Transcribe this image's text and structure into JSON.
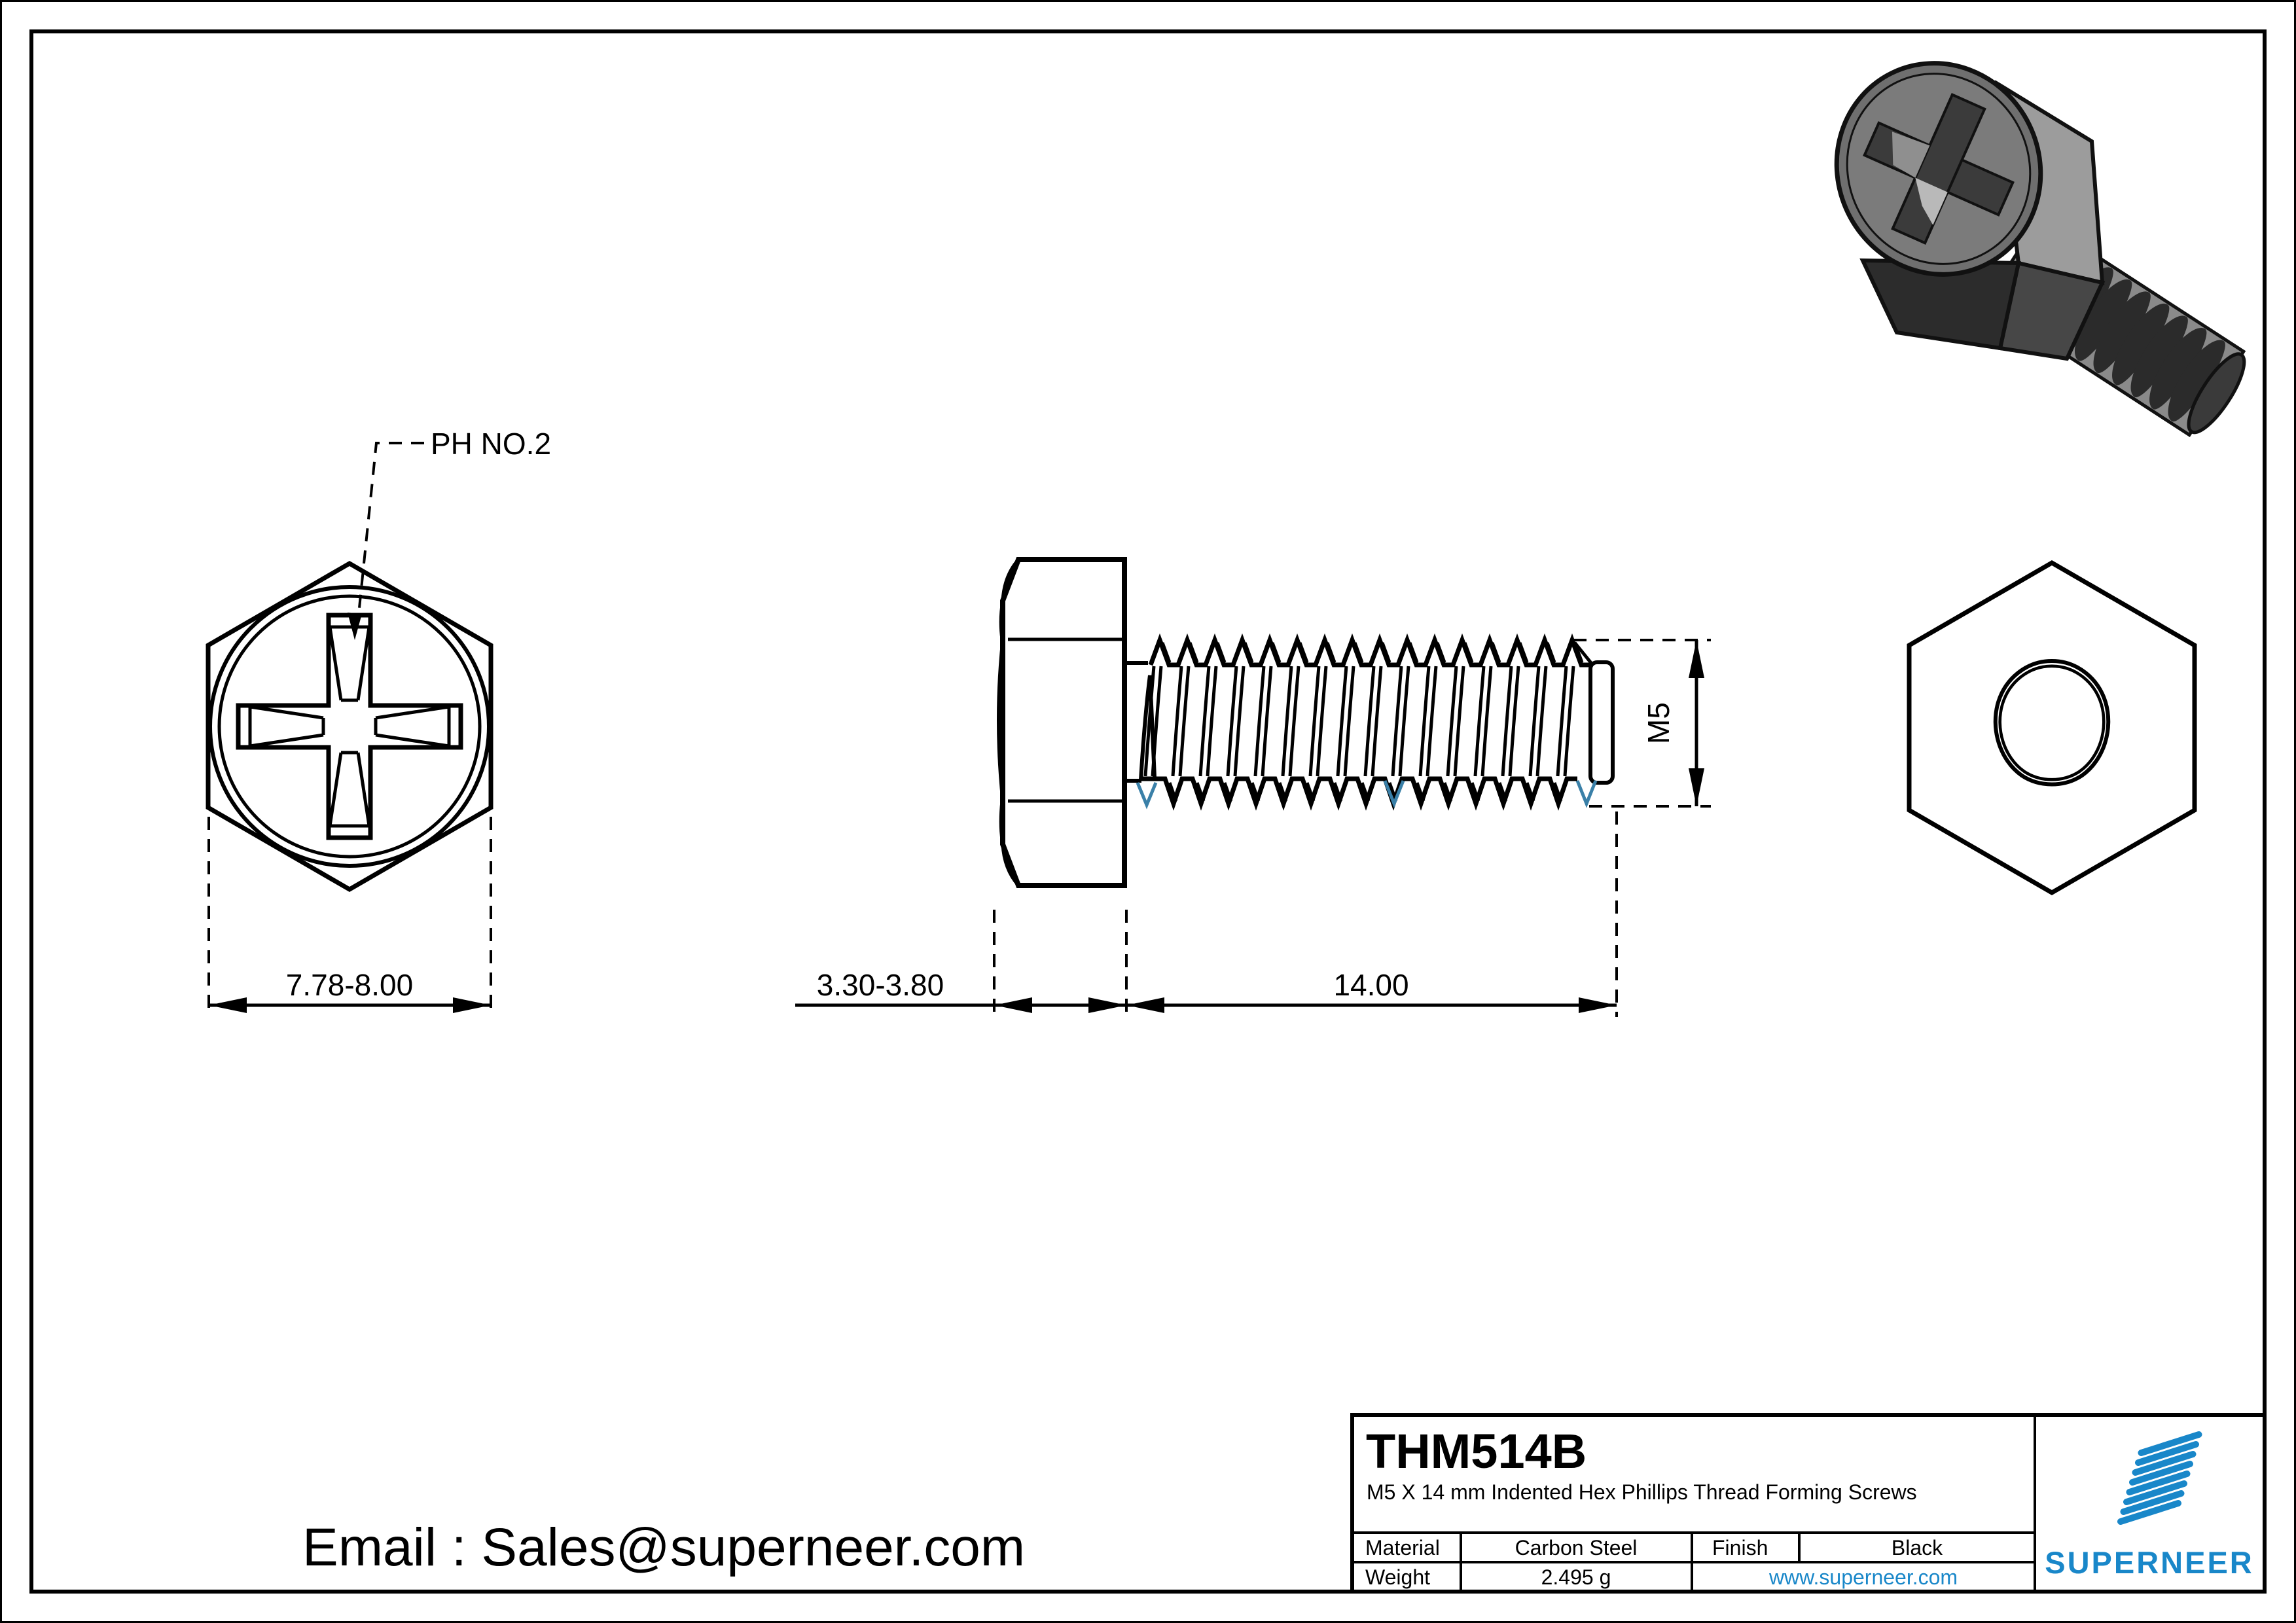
{
  "front_view": {
    "callout": "PH NO.2",
    "width_dim": "7.78-8.00"
  },
  "side_view": {
    "head_height_dim": "3.30-3.80",
    "thread_length_dim": "14.00",
    "diameter_dim": "M5"
  },
  "title_block": {
    "part_number": "THM514B",
    "description": "M5 X 14 mm Indented Hex Phillips Thread Forming Screws",
    "material_label": "Material",
    "material_value": "Carbon Steel",
    "finish_label": "Finish",
    "finish_value": "Black",
    "weight_label": "Weight",
    "weight_value": "2.495 g",
    "website": "www.superneer.com",
    "brand": "SUPERNEER"
  },
  "footer": {
    "email": "Email : Sales@superneer.com"
  },
  "colors": {
    "line": "#000000",
    "accent_blue": "#1987c9",
    "thread_root_accent": "#3a80a8"
  }
}
